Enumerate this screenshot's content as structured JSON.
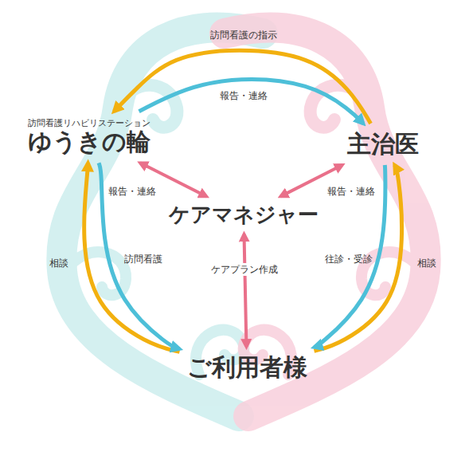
{
  "diagram": {
    "nodes": [
      {
        "text": [
          "訪問看護リハビリステーション",
          "ゆうきの輪"
        ]
      },
      {
        "text": [
          "主治医"
        ]
      },
      {
        "text": [
          "ケアマネジャー"
        ]
      },
      {
        "text": [
          "ご利用者様"
        ]
      }
    ],
    "edges": [
      {
        "from": 1,
        "to": 0,
        "arrow": "to",
        "label": "訪問看護の指示"
      },
      {
        "from": 0,
        "to": 1,
        "arrow": "to",
        "label": "報告・連絡"
      },
      {
        "from": 0,
        "to": 2,
        "arrow": "both"
      },
      {
        "from": 1,
        "to": 2,
        "arrow": "both"
      },
      {
        "from": 2,
        "to": 3,
        "arrow": "both",
        "label": "ケアプラン作成"
      },
      {
        "from": 3,
        "to": 0,
        "arrow": "to",
        "label": "相談"
      },
      {
        "from": 0,
        "to": 3,
        "arrow": "to",
        "label": "訪問看護"
      },
      {
        "from": 3,
        "to": 1,
        "arrow": "to",
        "label": "相談"
      },
      {
        "from": 1,
        "to": 3,
        "arrow": "to",
        "label": "往診・受診"
      }
    ],
    "labels": [
      "報告・連絡",
      "報告・連絡"
    ]
  }
}
